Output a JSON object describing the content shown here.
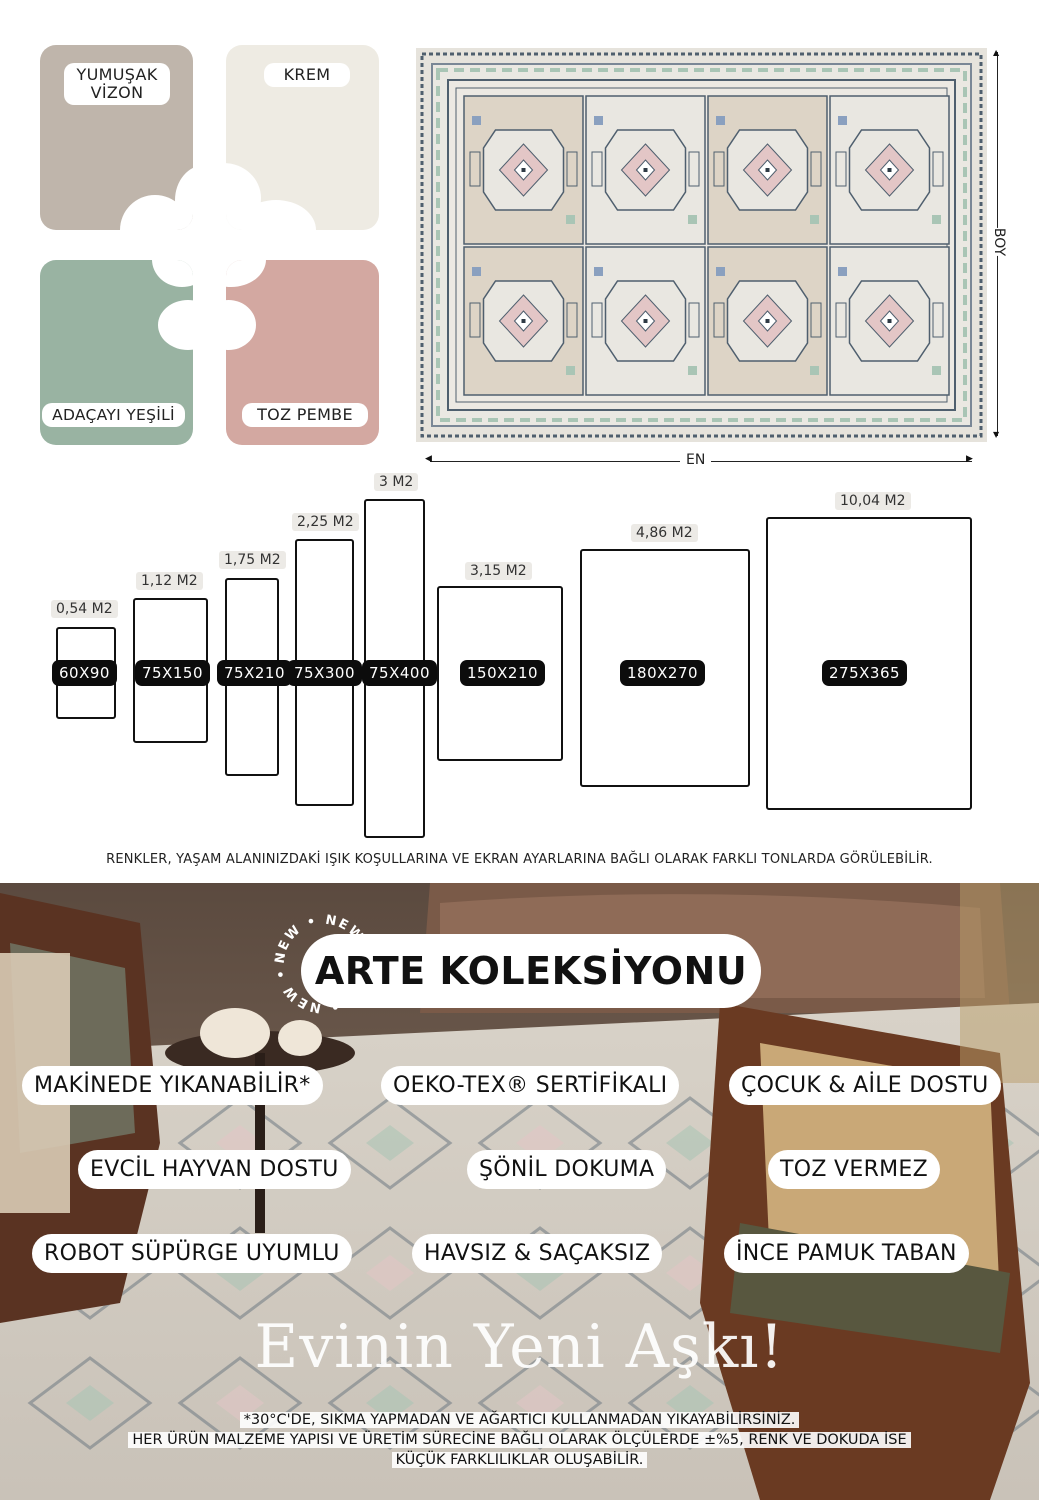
{
  "swatches": [
    {
      "label_line1": "YUMUŞAK",
      "label_line2": "VİZON",
      "color": "#bfb5ab"
    },
    {
      "label": "KREM",
      "color": "#eeebe3"
    },
    {
      "label": "ADAÇAYI YEŞİLİ",
      "color": "#99b3a2"
    },
    {
      "label": "TOZ PEMBE",
      "color": "#d3a8a1"
    }
  ],
  "rug": {
    "width_label": "EN",
    "height_label": "BOY",
    "colors": {
      "border": "#4f5f6e",
      "field": "#e9e7e1",
      "panel": "#ddd4c6",
      "pink": "#e3c6c6",
      "green": "#a9c5b5",
      "blue": "#8aa0bf"
    }
  },
  "sizes": [
    {
      "size": "60X90",
      "area": "0,54 M2"
    },
    {
      "size": "75X150",
      "area": "1,12 M2"
    },
    {
      "size": "75X210",
      "area": "1,75 M2"
    },
    {
      "size": "75X300",
      "area": "2,25 M2"
    },
    {
      "size": "75X400",
      "area": "3 M2"
    },
    {
      "size": "150X210",
      "area": "3,15 M2"
    },
    {
      "size": "180X270",
      "area": "4,86 M2"
    },
    {
      "size": "275X365",
      "area": "10,04 M2"
    }
  ],
  "note": "RENKLER, YAŞAM ALANINIZDAKİ IŞIK KOŞULLARINA VE EKRAN AYARLARINA BAĞLI OLARAK FARKLI TONLARDA GÖRÜLEBİLİR.",
  "collection": {
    "title": "ARTE KOLEKSİYONU",
    "badge": "NEW • NEW • NEW • NEW •"
  },
  "features": [
    "MAKİNEDE YIKANABİLİR*",
    "OEKO-TEX® SERTİFİKALI",
    "ÇOCUK & AİLE DOSTU",
    "EVCİL HAYVAN DOSTU",
    "ŞÖNİL DOKUMA",
    "TOZ VERMEZ",
    "ROBOT SÜPÜRGE UYUMLU",
    "HAVSIZ & SAÇAKSIZ",
    "İNCE PAMUK TABAN"
  ],
  "slogan": "Evinin Yeni Aşkı!",
  "footnote": {
    "line1": "*30°C'DE, SIKMA YAPMADAN VE AĞARTICI KULLANMADAN YIKAYABİLİRSİNİZ.",
    "line2": "HER ÜRÜN MALZEME YAPISI VE ÜRETİM SÜRECİNE BAĞLI OLARAK ÖLÇÜLERDE ±%5, RENK VE DOKUDA İSE",
    "line3": "KÜÇÜK FARKLILIKLAR OLUŞABİLİR."
  }
}
